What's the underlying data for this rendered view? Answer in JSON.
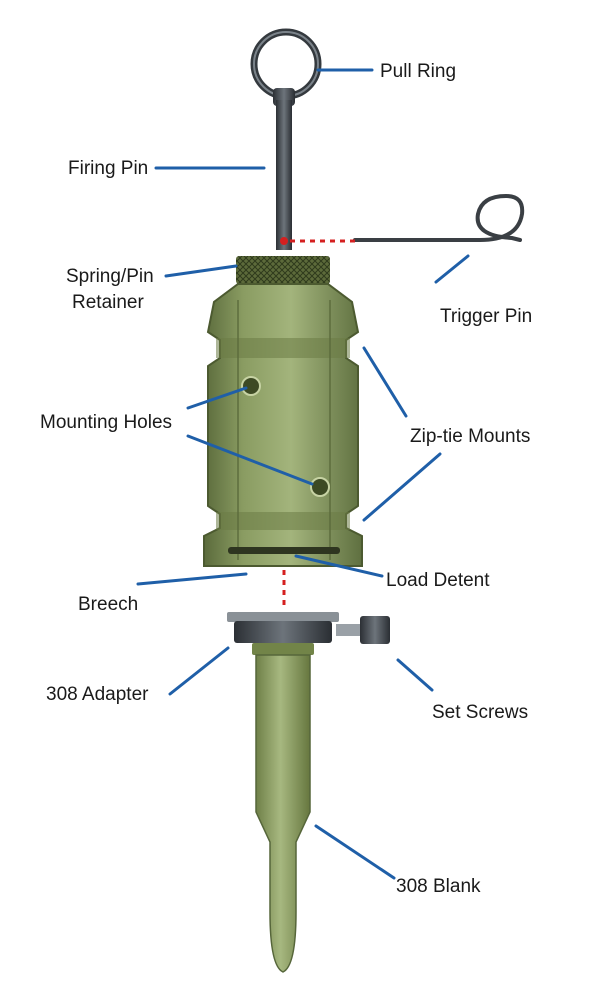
{
  "labels": {
    "pull_ring": "Pull Ring",
    "firing_pin": "Firing Pin",
    "spring_pin_retainer_line1": "Spring/Pin",
    "spring_pin_retainer_line2": "Retainer",
    "trigger_pin": "Trigger Pin",
    "mounting_holes": "Mounting Holes",
    "zip_tie_mounts": "Zip-tie Mounts",
    "breech": "Breech",
    "load_detent": "Load Detent",
    "adapter_308": "308 Adapter",
    "set_screws": "Set Screws",
    "blank_308": "308 Blank"
  },
  "colors": {
    "leader_line": "#1f5fa8",
    "body_green": "#7e9158",
    "body_highlight": "#a7b880",
    "body_shadow": "#5b6b3c",
    "metal_dark": "#3c4146",
    "dotted_red": "#d42020"
  }
}
